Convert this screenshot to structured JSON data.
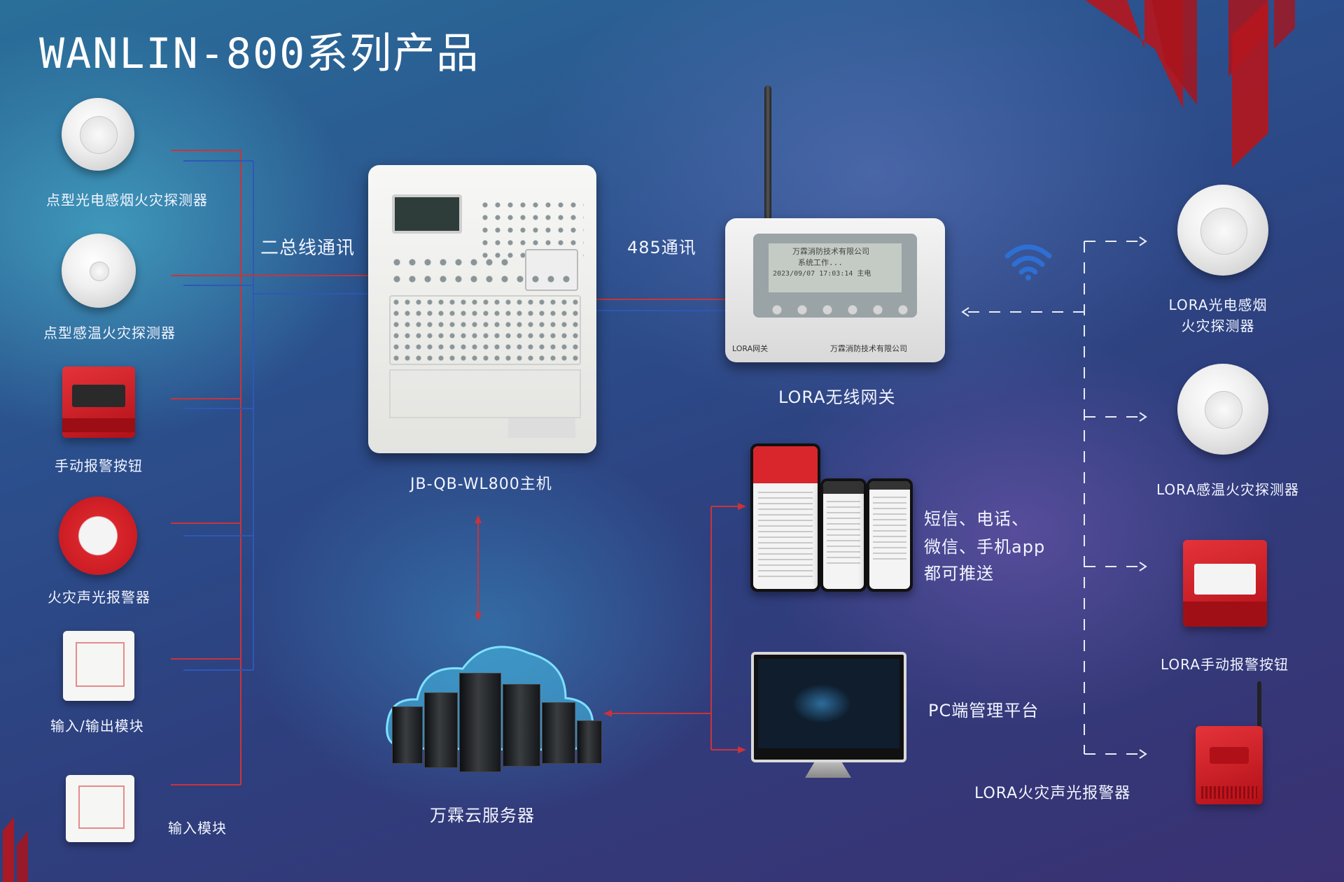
{
  "title": "WANLIN-800系列产品",
  "left_devices": [
    {
      "label": "点型光电感烟火灾探测器"
    },
    {
      "label": "点型感温火灾探测器"
    },
    {
      "label": "手动报警按钮"
    },
    {
      "label": "火灾声光报警器"
    },
    {
      "label": "输入/输出模块"
    },
    {
      "label": "输入模块"
    }
  ],
  "bus_label": "二总线通讯",
  "rs485_label": "485通讯",
  "controller": {
    "label": "JB-QB-WL800主机"
  },
  "gateway": {
    "label": "LORA无线网关",
    "screen_line1": "万霖消防技术有限公司",
    "screen_line2": "系统工作...",
    "screen_line3": "2023/09/07 17:03:14   主电",
    "brand_left": "LORA网关",
    "brand_right": "万霖消防技术有限公司"
  },
  "push_text": {
    "line1": "短信、电话、",
    "line2": "微信、手机app",
    "line3": "都可推送"
  },
  "pc_label": "PC端管理平台",
  "cloud_label": "万霖云服务器",
  "right_devices": [
    {
      "label_line1": "LORA光电感烟",
      "label_line2": "火灾探测器"
    },
    {
      "label_line1": "LORA感温火灾探测器",
      "label_line2": ""
    },
    {
      "label_line1": "LORA手动报警按钮",
      "label_line2": ""
    },
    {
      "label_line1": "LORA火灾声光报警器",
      "label_line2": ""
    }
  ],
  "colors": {
    "bus_red": "#c9343a",
    "bus_blue": "#2e58b5",
    "dashed": "#e8ecf5",
    "accent_red": "#b5161d"
  }
}
